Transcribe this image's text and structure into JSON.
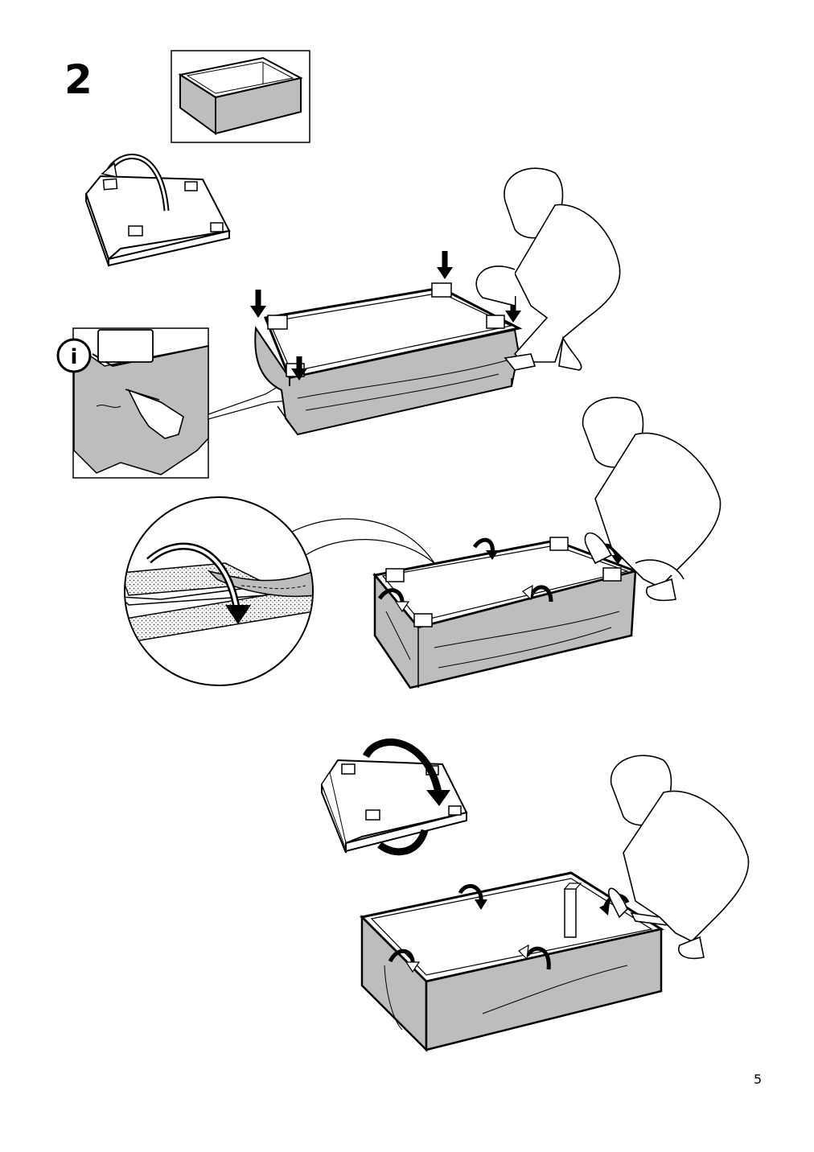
{
  "step": {
    "number": "2"
  },
  "info_badge": {
    "symbol": "i"
  },
  "page": {
    "number": "5"
  },
  "colors": {
    "fabric": "#bdbdbd",
    "line": "#000000",
    "paper": "#ffffff"
  },
  "icons": [
    "box-frame-thumbnail",
    "flip-arrow-icon",
    "down-arrow-icon",
    "info-icon",
    "pointing-hand-icon",
    "fold-arrow-icon"
  ]
}
